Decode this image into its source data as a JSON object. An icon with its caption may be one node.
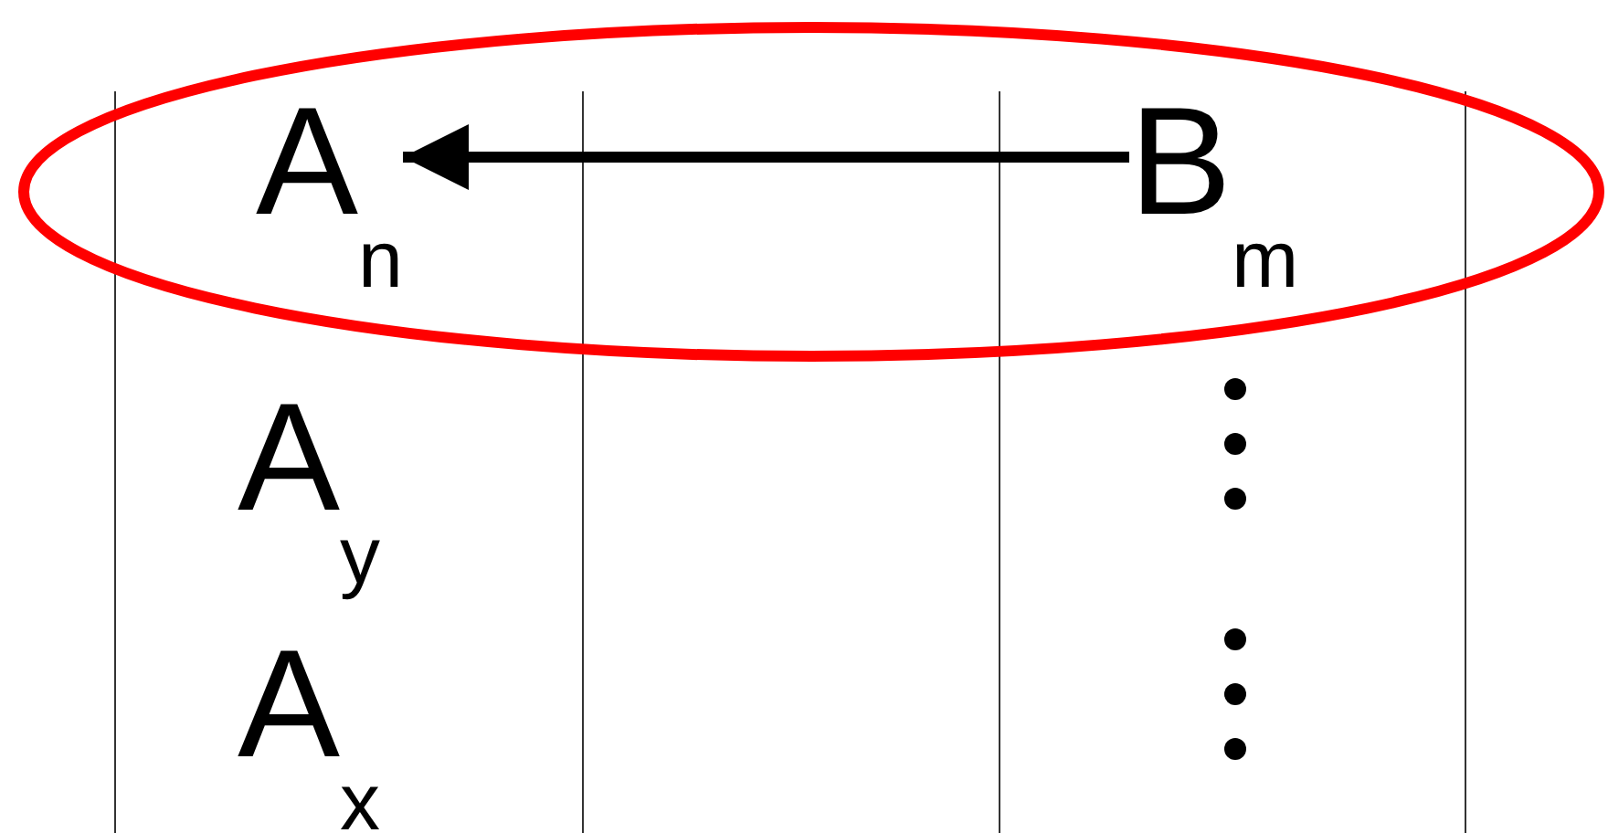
{
  "diagram": {
    "nodes": [
      {
        "text": [],
        "shape": "ellipse"
      },
      {
        "text": [
          "A$_{n}$"
        ],
        "in": 0
      },
      {
        "text": [
          "B$_{m}$"
        ],
        "in": 0
      }
    ],
    "edges": [
      {
        "from": 2,
        "to": 1,
        "arrow": "to"
      }
    ],
    "labels": [
      "A$_{y}$",
      "A$_{x}$"
    ]
  }
}
